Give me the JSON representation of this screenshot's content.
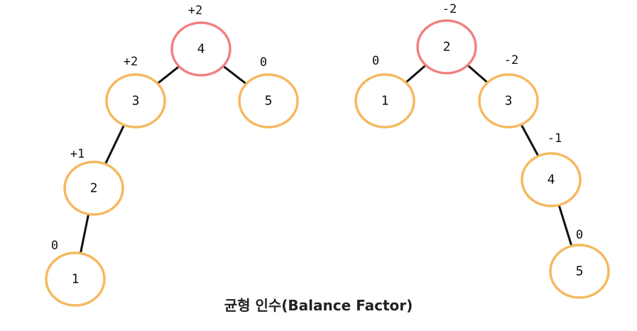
{
  "colors": {
    "normal_node": "#f6b85e",
    "unbalanced_node": "#f08080",
    "edge": "#111111"
  },
  "caption": "균형 인수(Balance Factor)",
  "trees": [
    {
      "nodes": [
        {
          "value": "4",
          "bf": "+2",
          "status": "unbalanced"
        },
        {
          "value": "3",
          "bf": "+2",
          "status": "normal"
        },
        {
          "value": "5",
          "bf": "0",
          "status": "normal"
        },
        {
          "value": "2",
          "bf": "+1",
          "status": "normal"
        },
        {
          "value": "1",
          "bf": "0",
          "status": "normal"
        }
      ],
      "edges": [
        [
          0,
          1
        ],
        [
          0,
          2
        ],
        [
          1,
          3
        ],
        [
          3,
          4
        ]
      ]
    },
    {
      "nodes": [
        {
          "value": "2",
          "bf": "-2",
          "status": "unbalanced"
        },
        {
          "value": "1",
          "bf": "0",
          "status": "normal"
        },
        {
          "value": "3",
          "bf": "-2",
          "status": "normal"
        },
        {
          "value": "4",
          "bf": "-1",
          "status": "normal"
        },
        {
          "value": "5",
          "bf": "0",
          "status": "normal"
        }
      ],
      "edges": [
        [
          0,
          1
        ],
        [
          0,
          2
        ],
        [
          2,
          3
        ],
        [
          3,
          4
        ]
      ]
    }
  ]
}
